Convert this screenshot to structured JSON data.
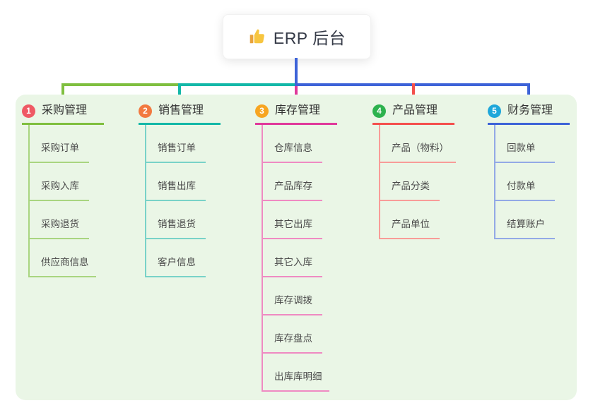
{
  "root": {
    "title": "ERP 后台",
    "icon": "thumbs-up-icon"
  },
  "panel_color": "#eaf6e6",
  "stem_color": "#3d63d8",
  "branches": [
    {
      "num": "1",
      "label": "采购管理",
      "line": "#7fbf3f",
      "line_light": "#a9d580",
      "badge_color": "#ef5964",
      "children": [
        "采购订单",
        "采购入库",
        "采购退货",
        "供应商信息"
      ]
    },
    {
      "num": "2",
      "label": "销售管理",
      "line": "#14b8a8",
      "line_light": "#79d2c8",
      "badge_color": "#f2793f",
      "children": [
        "销售订单",
        "销售出库",
        "销售退货",
        "客户信息"
      ]
    },
    {
      "num": "3",
      "label": "库存管理",
      "line": "#e0399b",
      "line_light": "#ef8ac2",
      "badge_color": "#f7a521",
      "children": [
        "仓库信息",
        "产品库存",
        "其它出库",
        "其它入库",
        "库存调拨",
        "库存盘点",
        "出库库明细"
      ]
    },
    {
      "num": "4",
      "label": "产品管理",
      "line": "#f4504d",
      "line_light": "#f89c98",
      "badge_color": "#2db24e",
      "children": [
        "产品（物料）",
        "产品分类",
        "产品单位"
      ]
    },
    {
      "num": "5",
      "label": "财务管理",
      "line": "#3d63d8",
      "line_light": "#93a9e6",
      "badge_color": "#1fa7da",
      "children": [
        "回款单",
        "付款单",
        "结算账户"
      ]
    }
  ]
}
